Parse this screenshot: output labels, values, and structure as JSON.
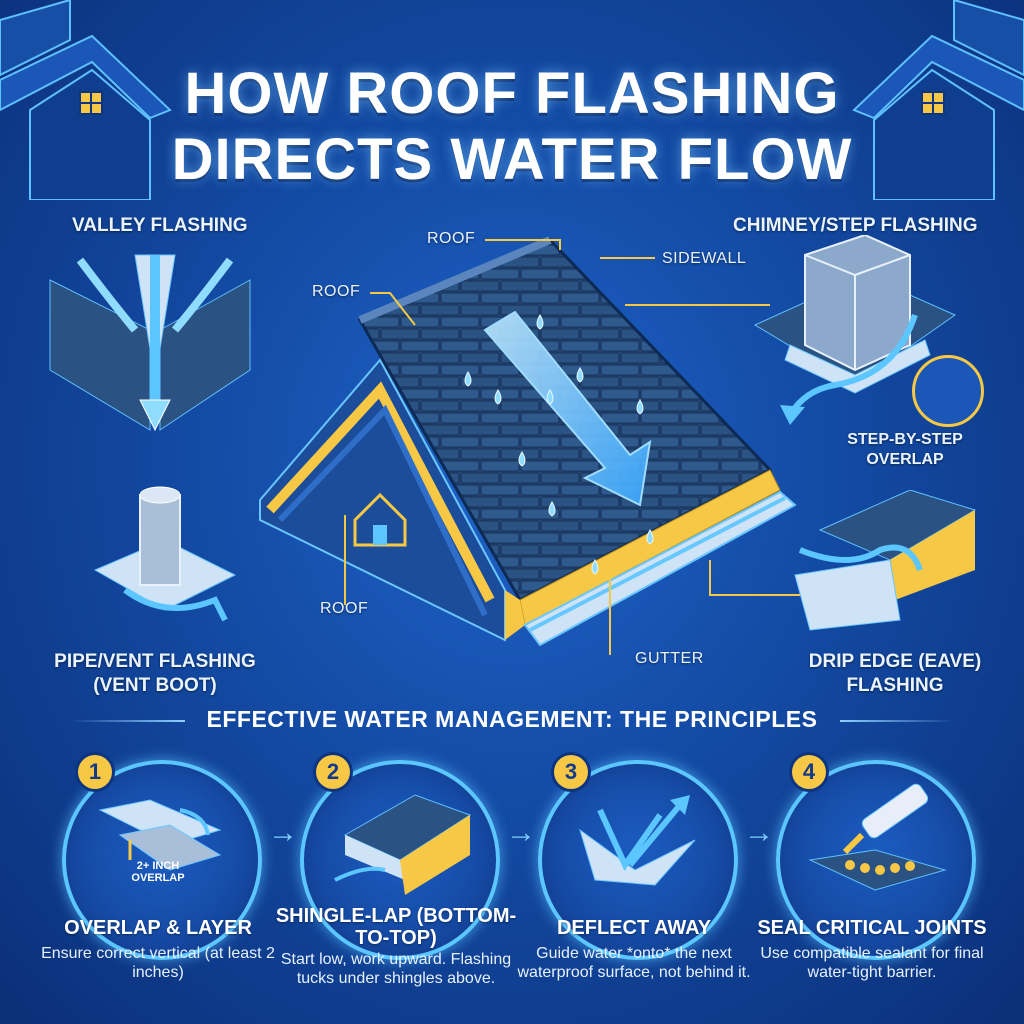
{
  "title": {
    "line1": "HOW ROOF FLASHING",
    "line2": "DIRECTS WATER FLOW"
  },
  "labels": {
    "valley": "VALLEY FLASHING",
    "chimney": "CHIMNEY/STEP FLASHING",
    "roof_top": "ROOF",
    "sidewall": "SIDEWALL",
    "roof_left": "ROOF",
    "roof_bottom": "ROOF",
    "gutter": "GUTTER",
    "step_overlap": "STEP-BY-STEP OVERLAP",
    "pipe_vent": "PIPE/VENT FLASHING (VENT BOOT)",
    "drip_edge": "DRIP EDGE (EAVE) FLASHING"
  },
  "principles_heading": "EFFECTIVE WATER MANAGEMENT: THE PRINCIPLES",
  "principles": [
    {
      "number": "1",
      "title": "OVERLAP & LAYER",
      "body": "Ensure correct vertical (at least 2 inches)",
      "inset": "2+ INCH OVERLAP"
    },
    {
      "number": "2",
      "title": "SHINGLE-LAP (BOTTOM-TO-TOP)",
      "body": "Start low, work upward. Flashing tucks under shingles above."
    },
    {
      "number": "3",
      "title": "DEFLECT AWAY",
      "body": "Guide water *onto* the next waterproof surface, not behind it."
    },
    {
      "number": "4",
      "title": "SEAL CRITICAL JOINTS",
      "body": "Use compatible sealant for final water-tight barrier."
    }
  ],
  "step_arrow": "→",
  "colors": {
    "accent": "#f6c845",
    "water": "#5bc6ff",
    "roof": "#24456f",
    "background": "#134aa3"
  }
}
